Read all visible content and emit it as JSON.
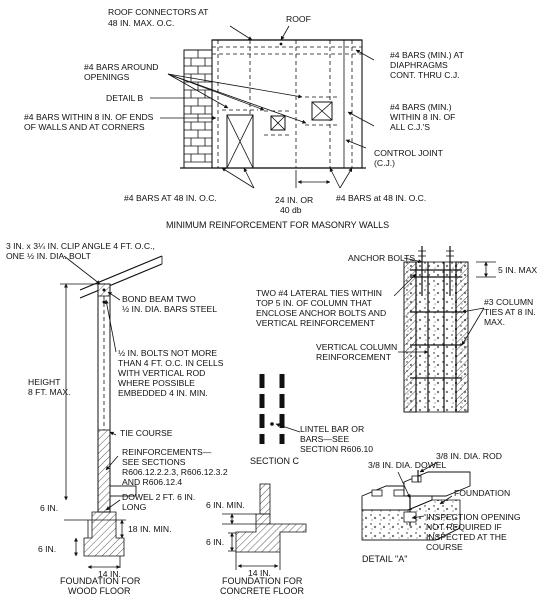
{
  "top": {
    "roof_connectors_1": "ROOF CONNECTORS AT",
    "roof_connectors_2": "48 IN. MAX. O.C.",
    "roof": "ROOF",
    "bars_openings_1": "#4 BARS AROUND",
    "bars_openings_2": "OPENINGS",
    "detail_b": "DETAIL B",
    "bars_ends_1": "#4 BARS WITHIN 8 IN. OF ENDS",
    "bars_ends_2": "OF WALLS AND AT CORNERS",
    "diaph_1": "#4 BARS (MIN.) AT",
    "diaph_2": "DIAPHRAGMS",
    "diaph_3": "CONT. THRU C.J.",
    "cj_1": "#4 BARS (MIN.)",
    "cj_2": "WITHIN 8 IN. OF",
    "cj_3": "ALL C.J.'S",
    "control_joint_1": "CONTROL JOINT",
    "control_joint_2": "(C.J.)",
    "bars48_left": "#4 BARS AT 48 IN. O.C.",
    "bars48_right": "#4 BARS at 48 IN. O.C.",
    "lap_1": "24 IN. OR",
    "lap_2": "40 db",
    "caption": "MINIMUM REINFORCEMENT FOR MASONRY WALLS"
  },
  "left": {
    "clip_1": "3 IN. x 3¼ IN. CLIP ANGLE 4 FT. O.C.,",
    "clip_2": "ONE ½ IN. DIA. BOLT",
    "bond_1": "BOND BEAM TWO",
    "bond_2": "½ IN. DIA. BARS STEEL",
    "bolts_1": "½ IN. BOLTS NOT MORE",
    "bolts_2": "THAN 4 FT. O.C. IN CELLS",
    "bolts_3": "WITH VERTICAL ROD",
    "bolts_4": "WHERE POSSIBLE",
    "bolts_5": "EMBEDDED 4 IN. MIN.",
    "height_1": "HEIGHT",
    "height_2": "8 FT. MAX.",
    "tie_course": "TIE COURSE",
    "reinf_1": "REINFORCEMENTS—",
    "reinf_2": "SEE SECTIONS",
    "reinf_3": "R606.12.2.2.3, R606.12.3.2",
    "reinf_4": "AND R606.12.4",
    "dowel_1": "DOWEL 2 FT. 6 IN.",
    "dowel_2": "LONG",
    "six_in_a": "6 IN.",
    "eighteen": "18 IN. MIN.",
    "six_in_b": "6 IN.",
    "fourteen": "14 IN.",
    "cap_1": "FOUNDATION FOR",
    "cap_2": "WOOD FLOOR"
  },
  "middle": {
    "lintel_1": "LINTEL BAR OR",
    "lintel_2": "BARS—SEE",
    "lintel_3": "SECTION R606.10",
    "section_c": "SECTION C",
    "six_min": "6 IN. MIN.",
    "six_in": "6 IN.",
    "fourteen": "14 IN.",
    "cap_1": "FOUNDATION FOR",
    "cap_2": "CONCRETE FLOOR"
  },
  "right": {
    "anchor": "ANCHOR BOLTS",
    "five_max": "5 IN. MAX",
    "ties_1": "TWO #4 LATERAL TIES WITHIN",
    "ties_2": "TOP 5 IN. OF COLUMN THAT",
    "ties_3": "ENCLOSE ANCHOR BOLTS AND",
    "ties_4": "VERTICAL REINFORCEMENT",
    "col_ties_1": "#3 COLUMN",
    "col_ties_2": "TIES AT 8 IN.",
    "col_ties_3": "MAX.",
    "vert_1": "VERTICAL COLUMN",
    "vert_2": "REINFORCEMENT",
    "dowel": "3/8 IN. DIA. DOWEL",
    "rod": "3/8 IN. DIA. ROD",
    "foundation": "FOUNDATION",
    "insp_1": "INSPECTION OPENING",
    "insp_2": "NOT REQUIRED IF",
    "insp_3": "INSPECTED AT THE",
    "insp_4": "COURSE",
    "detail_a": "DETAIL \"A\""
  }
}
